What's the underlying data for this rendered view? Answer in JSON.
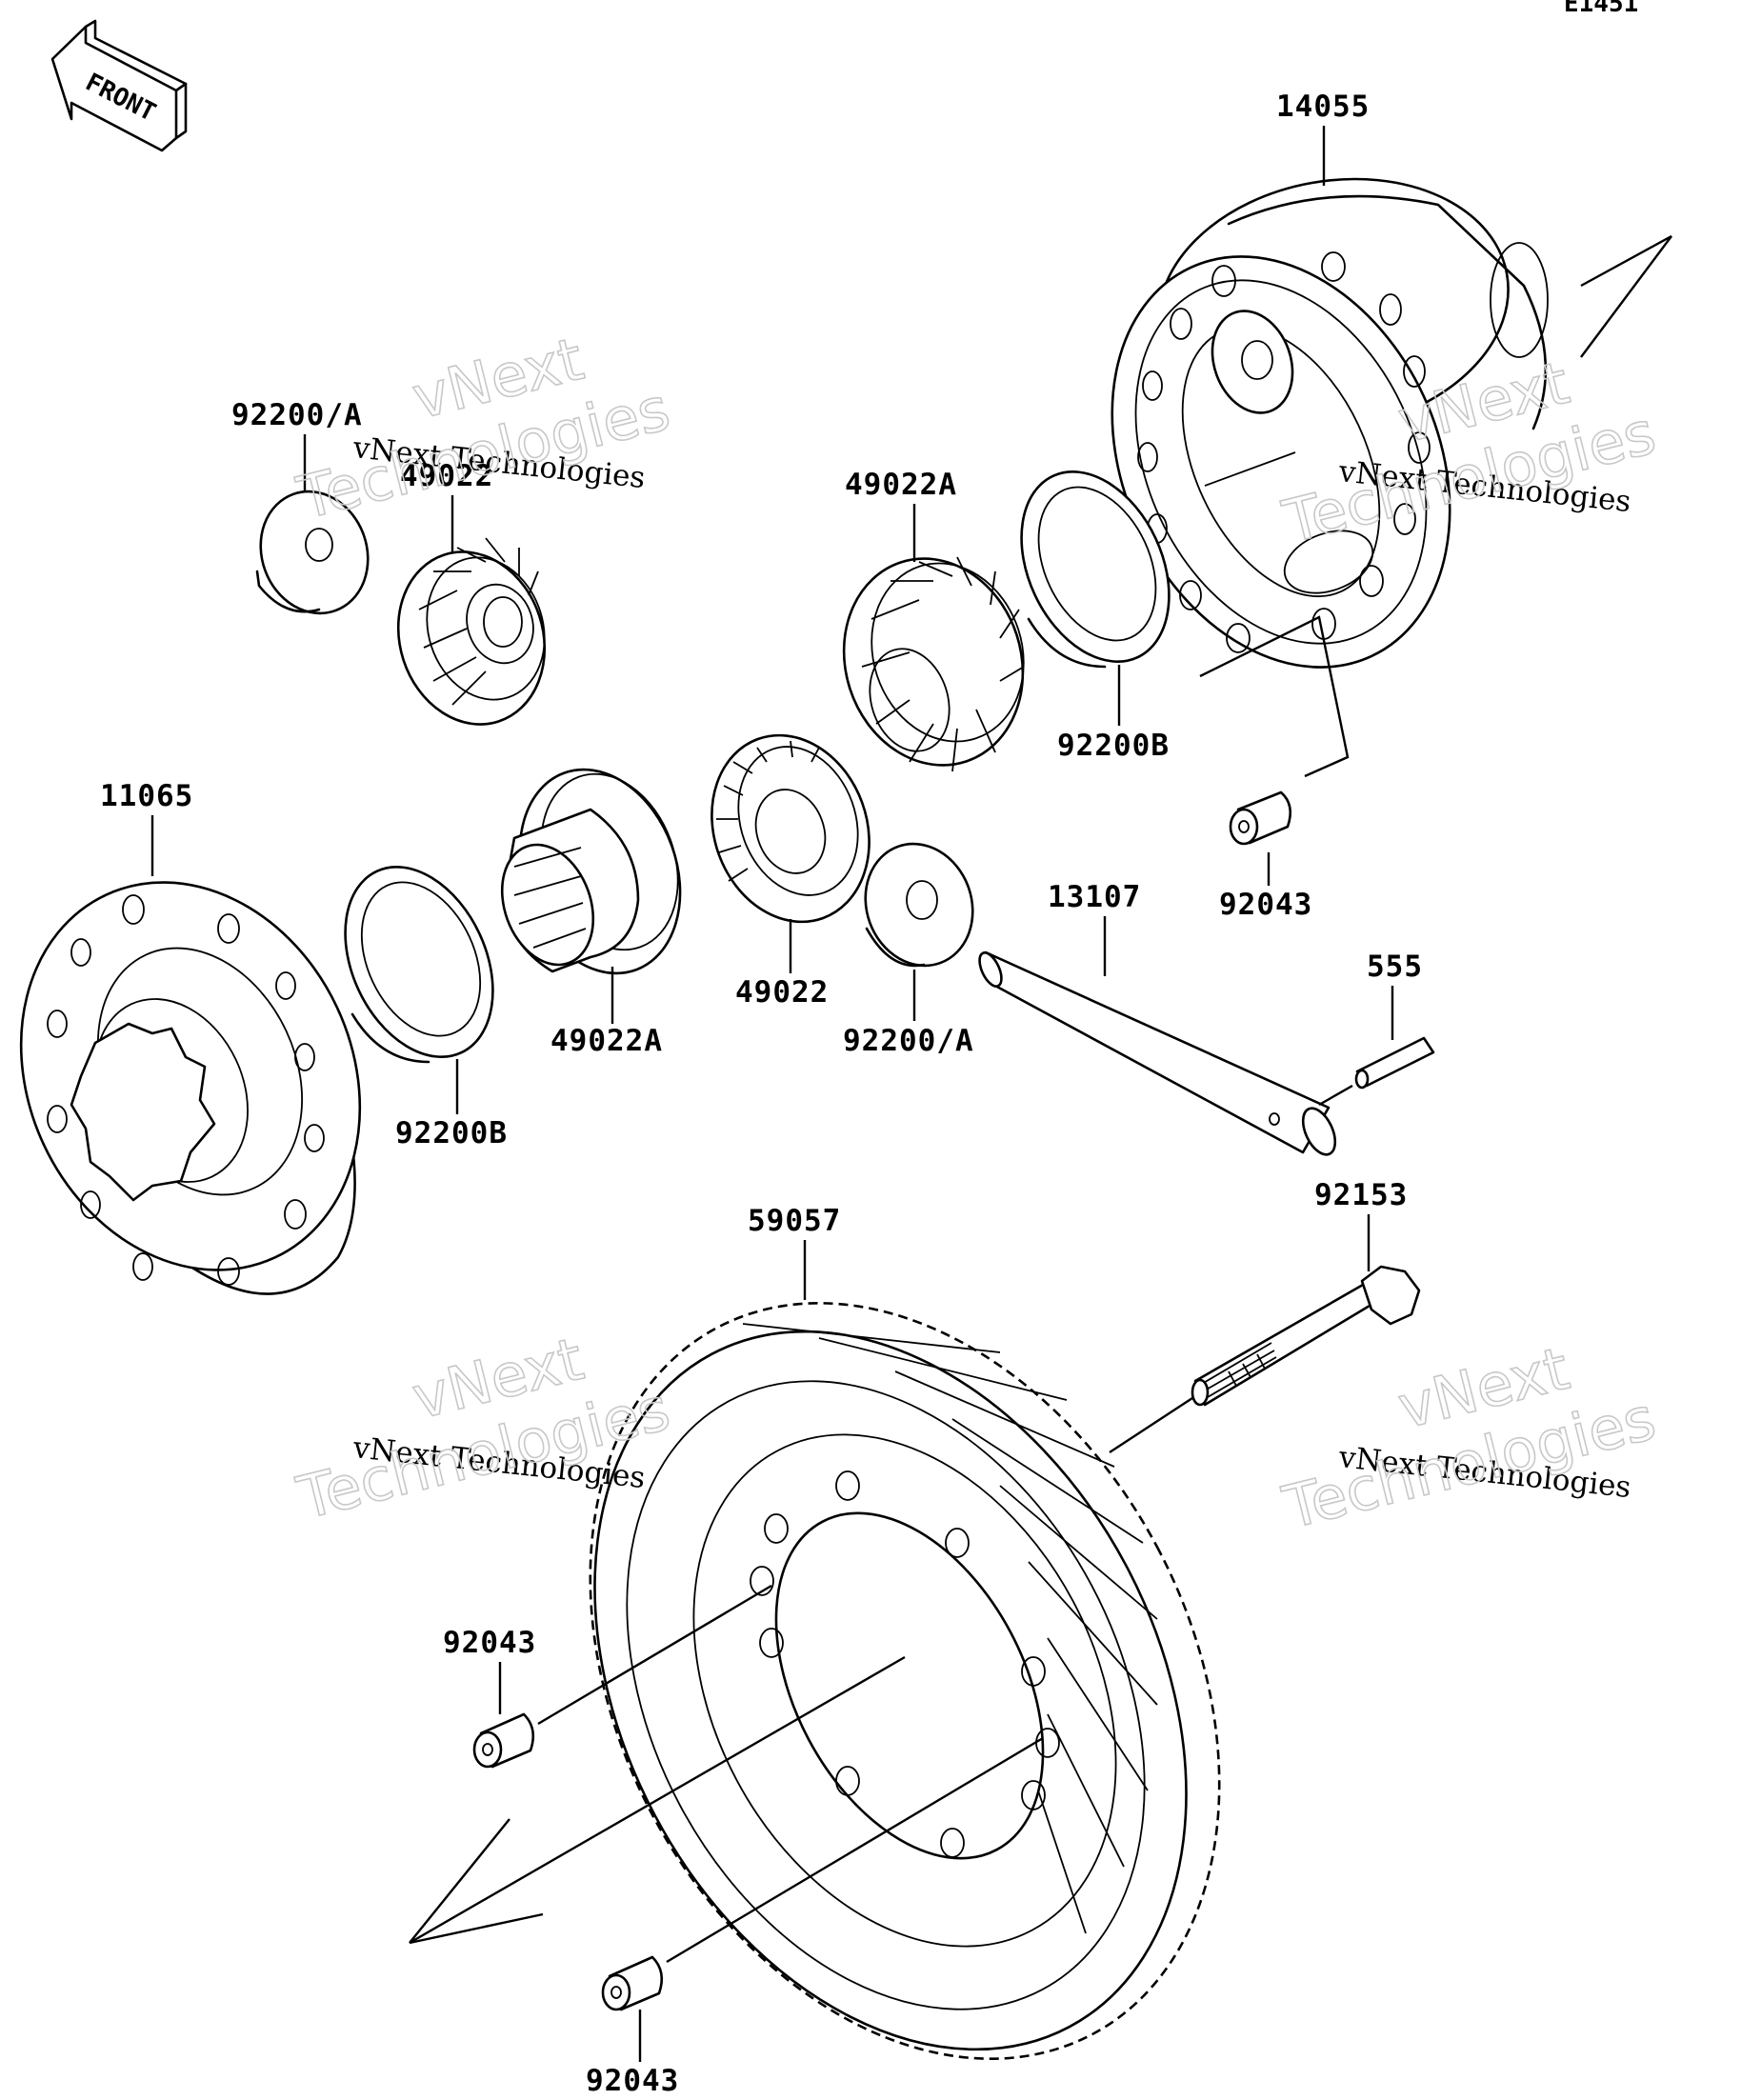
{
  "page_code": "E1451",
  "front_arrow": {
    "text": "FRONT",
    "icon": "front-direction-arrow"
  },
  "parts": {
    "p14055": "14055",
    "p92200a_top": "92200/A",
    "p49022_top": "49022",
    "p49022a_top": "49022A",
    "p92200b_right": "92200B",
    "p92043_right": "92043",
    "p11065": "11065",
    "p49022a_mid": "49022A",
    "p49022_mid": "49022",
    "p92200b_left": "92200B",
    "p92200a_mid": "92200/A",
    "p13107": "13107",
    "p555": "555",
    "p92153": "92153",
    "p59057": "59057",
    "p92043_left": "92043",
    "p92043_bottom": "92043"
  },
  "watermark": {
    "line1": "vNext",
    "line2": "vNext Technologies",
    "line3": "Technologies"
  }
}
